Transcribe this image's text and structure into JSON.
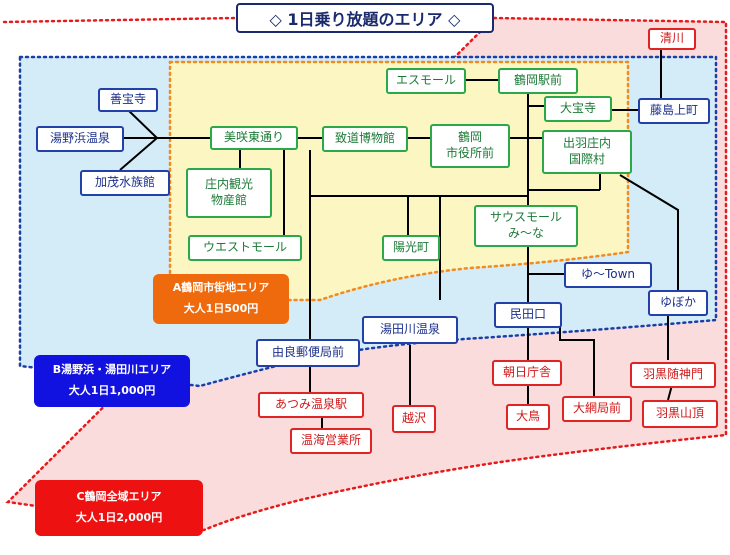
{
  "title": "◇ 1日乗り放題のエリア ◇",
  "colors": {
    "zone_a": "#fbf6c2",
    "zone_b": "#d3ecf8",
    "zone_c": "#fbdcdc",
    "line": "#000000"
  },
  "areas": {
    "a": {
      "name": "A鶴岡市街地エリア",
      "fare": "大人1日500円",
      "color": "#ef6a0c"
    },
    "b": {
      "name": "B湯野浜・湯田川エリア",
      "fare": "大人1日1,000円",
      "color": "#1212e0"
    },
    "c": {
      "name": "C鶴岡全域エリア",
      "fare": "大人1日2,000円",
      "color": "#ee1111"
    }
  },
  "stops": {
    "zenpoji": "善宝寺",
    "yunohama": "湯野浜温泉",
    "kamo": "加茂水族館",
    "bisaki": "美咲東通り",
    "shonai_kanko": "庄内観光\n物産館",
    "west_mall": "ウエストモール",
    "chido": "致道博物館",
    "shiyakusho": "鶴岡\n市役所前",
    "s_mall": "エスモール",
    "ekimae": "鶴岡駅前",
    "daihoji": "大宝寺",
    "dewa": "出羽庄内\n国際村",
    "sauce_mall": "サウスモール\nみ～な",
    "yokocho": "陽光町",
    "kiyokawa": "清川",
    "fujishima": "藤島上町",
    "yutown": "ゆ～Town",
    "yubo": "ゆぼか",
    "mitaguchi": "民田口",
    "yutagawa": "湯田川温泉",
    "yura": "由良郵便局前",
    "atsumi": "あつみ温泉駅",
    "onkai": "温海営業所",
    "koshizawa": "越沢",
    "asahi": "朝日庁舎",
    "oamori": "大鳥",
    "oami": "大網局前",
    "haguro_zui": "羽黒随神門",
    "haguro_sancho": "羽黒山頂"
  }
}
